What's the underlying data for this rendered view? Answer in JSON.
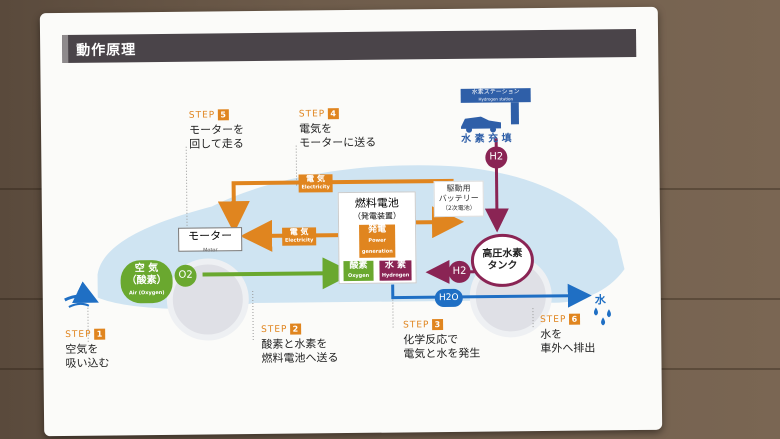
{
  "title": "動作原理",
  "steps": [
    {
      "label": "STEP",
      "num": "1",
      "line1": "空気を",
      "line2": "吸い込む"
    },
    {
      "label": "STEP",
      "num": "2",
      "line1": "酸素と水素を",
      "line2": "燃料電池へ送る"
    },
    {
      "label": "STEP",
      "num": "3",
      "line1": "化学反応で",
      "line2": "電気と水を発生"
    },
    {
      "label": "STEP",
      "num": "4",
      "line1": "電気を",
      "line2": "モーターに送る"
    },
    {
      "label": "STEP",
      "num": "5",
      "line1": "モーターを",
      "line2": "回して走る"
    },
    {
      "label": "STEP",
      "num": "6",
      "line1": "水を",
      "line2": "車外へ排出"
    }
  ],
  "station": {
    "sign": "水素ステーション",
    "sign_en": "Hydrogen station",
    "label": "水 素 充 填"
  },
  "fuel_cell": {
    "title": "燃料電池",
    "subtitle": "（発電装置）",
    "gen": "発電",
    "gen_en": "Power generation",
    "oxygen": "酸素",
    "oxygen_en": "Oxygen",
    "hydrogen": "水 素",
    "hydrogen_en": "Hydrogen"
  },
  "battery": {
    "line1": "駆動用",
    "line2": "バッテリー",
    "line3": "（2次電池）"
  },
  "motor": {
    "label": "モーター",
    "label_en": "Motor"
  },
  "electricity": {
    "label": "電 気",
    "label_en": "Electricity"
  },
  "air": {
    "line1": "空 気",
    "line2": "（酸素）",
    "en": "Air (Oxygen)"
  },
  "tank": {
    "line1": "高圧水素",
    "line2": "タンク"
  },
  "formulas": {
    "o2": "O2",
    "h2_top": "H2",
    "h2_side": "H2",
    "h2o": "H2O"
  },
  "water": "水",
  "colors": {
    "orange": "#e0851f",
    "green": "#6aa82f",
    "blue": "#1f6fc4",
    "purple": "#8a2454",
    "car": "#cfe4f2"
  }
}
